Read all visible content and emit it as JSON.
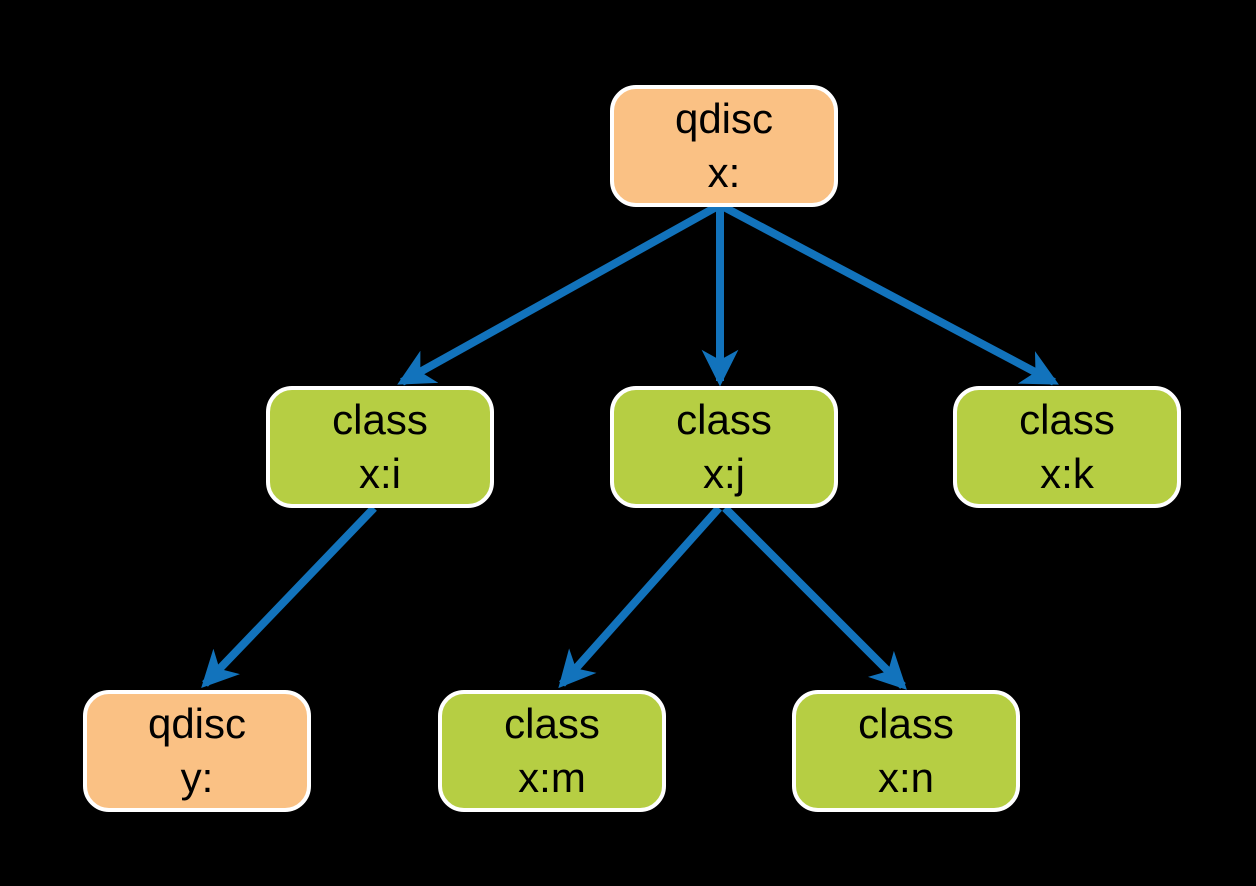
{
  "diagram": {
    "description": "qdisc and class hierarchy tree",
    "colors": {
      "background": "#000000",
      "qdisc_fill": "#FAC184",
      "class_fill": "#B6CE43",
      "arrow": "#1273BC",
      "node_border": "#FFFFFF",
      "text": "#000000"
    },
    "nodes": [
      {
        "id": "qdisc-x",
        "type": "qdisc",
        "line1": "qdisc",
        "line2": "x:"
      },
      {
        "id": "class-x-i",
        "type": "class",
        "line1": "class",
        "line2": "x:i"
      },
      {
        "id": "class-x-j",
        "type": "class",
        "line1": "class",
        "line2": "x:j"
      },
      {
        "id": "class-x-k",
        "type": "class",
        "line1": "class",
        "line2": "x:k"
      },
      {
        "id": "qdisc-y",
        "type": "qdisc",
        "line1": "qdisc",
        "line2": "y:"
      },
      {
        "id": "class-x-m",
        "type": "class",
        "line1": "class",
        "line2": "x:m"
      },
      {
        "id": "class-x-n",
        "type": "class",
        "line1": "class",
        "line2": "x:n"
      }
    ],
    "edges": [
      {
        "from": "qdisc-x",
        "to": "class-x-i"
      },
      {
        "from": "qdisc-x",
        "to": "class-x-j"
      },
      {
        "from": "qdisc-x",
        "to": "class-x-k"
      },
      {
        "from": "class-x-i",
        "to": "qdisc-y"
      },
      {
        "from": "class-x-j",
        "to": "class-x-m"
      },
      {
        "from": "class-x-j",
        "to": "class-x-n"
      }
    ]
  }
}
